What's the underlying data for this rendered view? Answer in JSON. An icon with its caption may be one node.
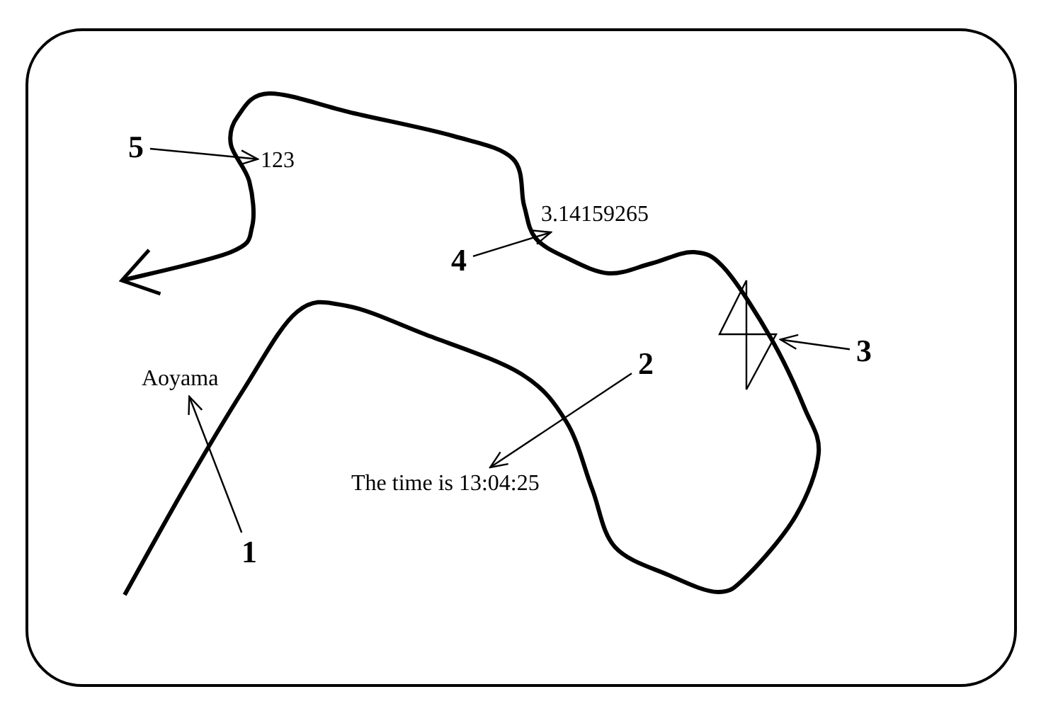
{
  "diagram": {
    "nodes": [
      {
        "text": [
          "1"
        ]
      },
      {
        "text": [
          "Aoyama"
        ]
      },
      {
        "text": [
          "2"
        ]
      },
      {
        "text": [
          "The time is 13:04:25"
        ]
      },
      {
        "text": [
          "3"
        ]
      },
      {
        "text": [],
        "shape": "triangle"
      },
      {
        "text": [
          "4"
        ]
      },
      {
        "text": [
          "3.14159265"
        ]
      },
      {
        "text": [
          "5"
        ]
      },
      {
        "text": [
          "123"
        ]
      }
    ],
    "edges": [
      {
        "from": 0,
        "to": 1,
        "arrow": "to"
      },
      {
        "from": 2,
        "to": 3,
        "arrow": "to"
      },
      {
        "from": 4,
        "to": 5,
        "arrow": "to"
      },
      {
        "from": 6,
        "to": 7,
        "arrow": "to"
      },
      {
        "from": 8,
        "to": 9,
        "arrow": "to"
      }
    ]
  }
}
